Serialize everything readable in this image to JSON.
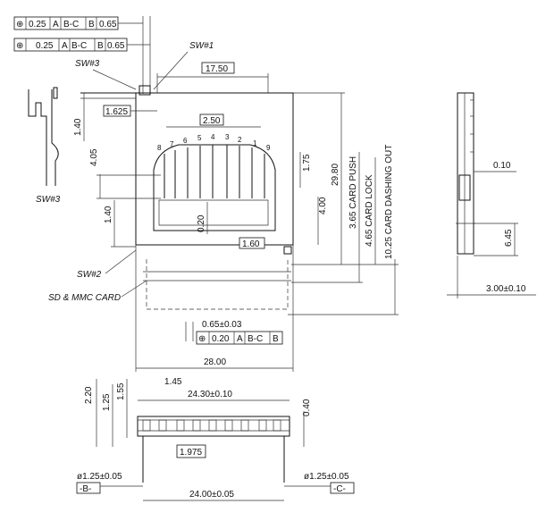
{
  "tolerance_frames": {
    "top1": {
      "symbol": "⊕",
      "tol": "0.25",
      "datum_a": "A",
      "datum_bc": "B-C",
      "datum_b": "B",
      "extra": "0.65"
    },
    "top2": {
      "symbol": "⊕",
      "tol": "0.25",
      "datum_a": "A",
      "datum_bc": "B-C",
      "datum_b": "B",
      "extra": "0.65"
    },
    "bottom": {
      "symbol": "⊕",
      "tol": "0.20",
      "datum_a": "A",
      "datum_bc": "B-C",
      "datum_b": "B"
    }
  },
  "labels": {
    "sw1": "SW#1",
    "sw2": "SW#2",
    "sw3": "SW#3",
    "sw3_side": "SW#3",
    "card": "SD & MMC CARD",
    "card_push": "3.65 CARD PUSH",
    "card_lock": "4.65 CARD LOCK",
    "card_dash": "10.25 CARD DASHING OUT",
    "datum_b": "-B-",
    "datum_c": "-C-"
  },
  "dims": {
    "d17_50": "17.50",
    "d1_625": "1.625",
    "d2_50": "2.50",
    "d1_40a": "1.40",
    "d4_05": "4.05",
    "d1_40b": "1.40",
    "d0_20": "0.20",
    "d1_60": "1.60",
    "d1_75": "1.75",
    "d4_00": "4.00",
    "d29_80": "29.80",
    "d0_65": "0.65±0.03",
    "d28_00": "28.00",
    "d0_10": "0.10",
    "d6_45": "6.45",
    "d3_00": "3.00±0.10",
    "d2_20": "2.20",
    "d1_25": "1.25",
    "d1_55": "1.55",
    "d1_45": "1.45",
    "d24_30": "24.30±0.10",
    "d0_40": "0.40",
    "d1_975": "1.975",
    "phi_b": "ø1.25±0.05",
    "phi_c": "ø1.25±0.05",
    "d24_00": "24.00±0.05"
  },
  "pins": [
    "8",
    "7",
    "6",
    "5",
    "4",
    "3",
    "2",
    "1",
    "9"
  ]
}
